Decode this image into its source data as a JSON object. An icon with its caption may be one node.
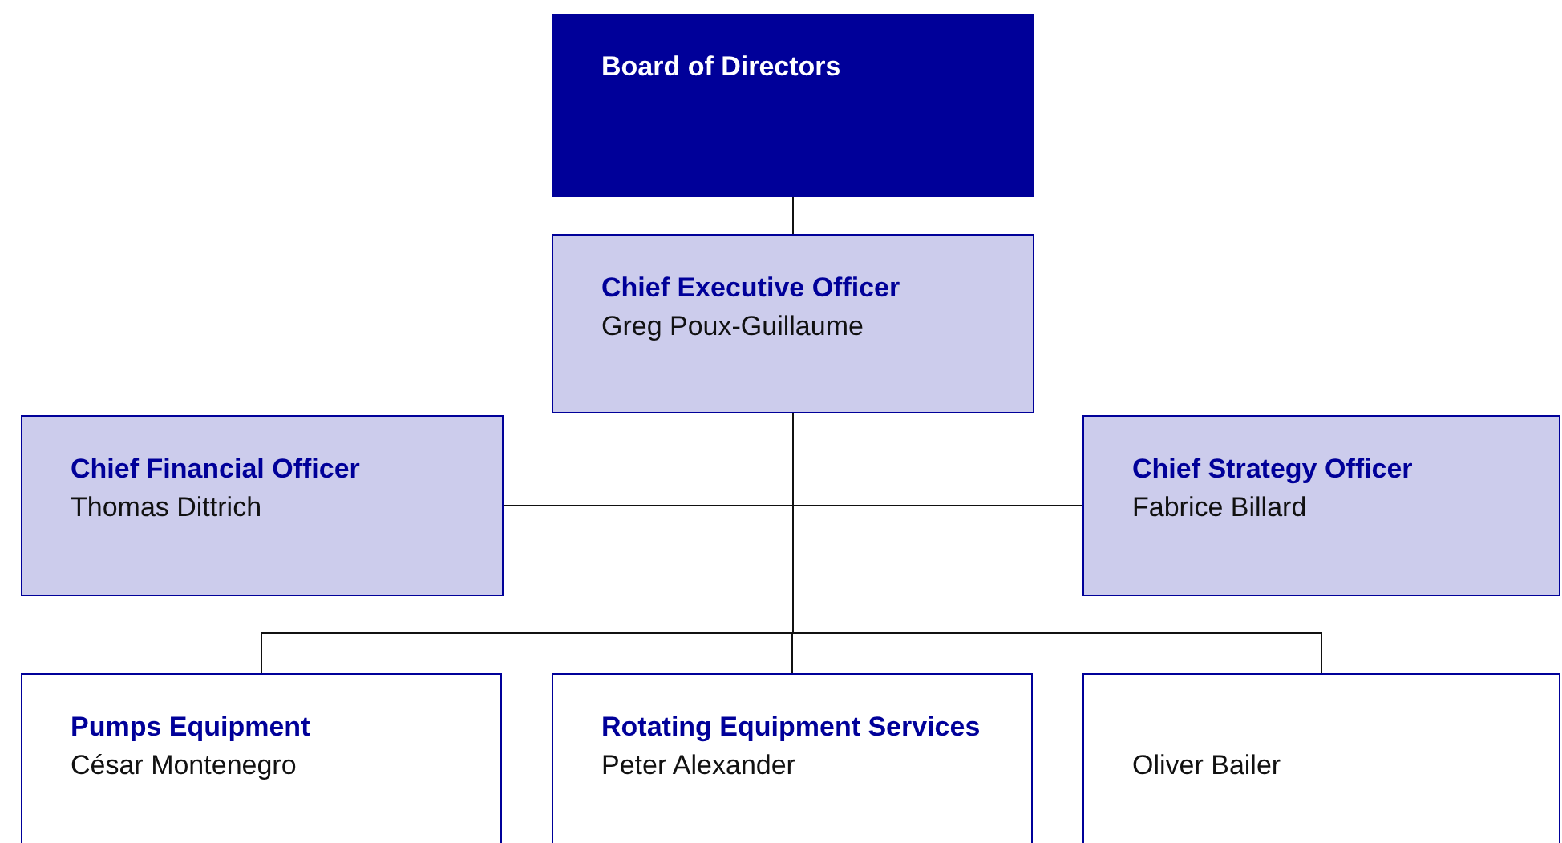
{
  "diagram": {
    "nodes": [
      {
        "text": [
          "Board of Directors"
        ]
      },
      {
        "text": [
          "Chief Executive Officer",
          "Greg Poux-Guillaume"
        ]
      },
      {
        "text": [
          "Chief Financial Officer",
          "Thomas Dittrich"
        ]
      },
      {
        "text": [
          "Chief Strategy Officer",
          "Fabrice Billard"
        ]
      },
      {
        "text": [
          "Pumps Equipment",
          "César Montenegro"
        ]
      },
      {
        "text": [
          "Rotating Equipment Services",
          "Peter Alexander"
        ]
      },
      {
        "text": [
          "Oliver Bailer"
        ]
      }
    ],
    "edges": [
      {
        "from": 0,
        "to": 1,
        "arrow": "none"
      },
      {
        "from": 1,
        "to": 2,
        "arrow": "none"
      },
      {
        "from": 1,
        "to": 3,
        "arrow": "none"
      },
      {
        "from": 1,
        "to": 4,
        "arrow": "none"
      },
      {
        "from": 1,
        "to": 5,
        "arrow": "none"
      },
      {
        "from": 1,
        "to": 6,
        "arrow": "none"
      }
    ]
  }
}
